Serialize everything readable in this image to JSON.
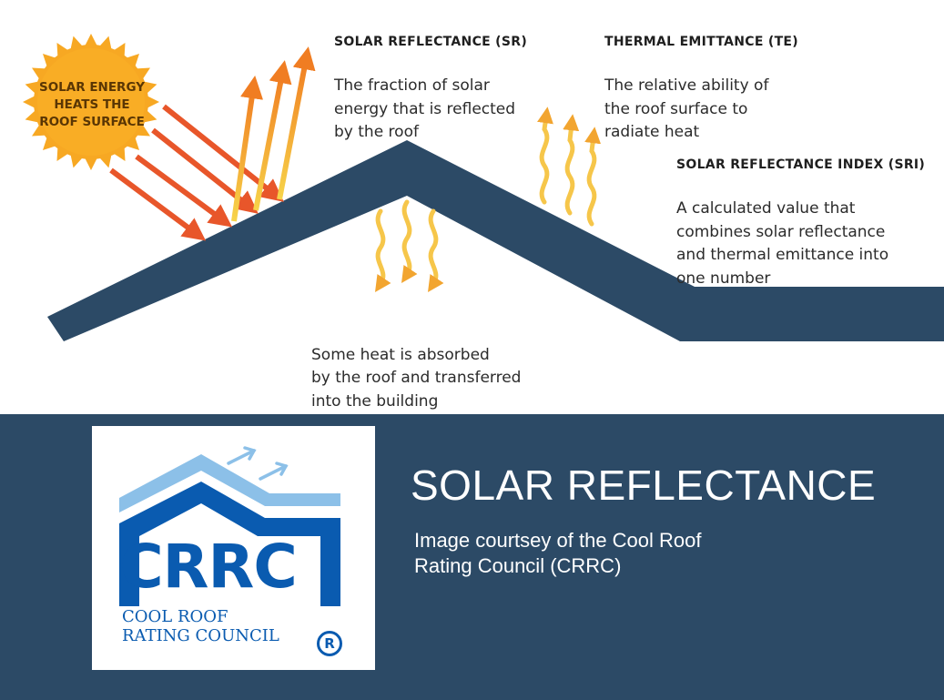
{
  "diagram": {
    "sun_label": "SOLAR ENERGY\nHEATS THE\nROOF SURFACE",
    "solar_reflectance": {
      "heading": "SOLAR REFLECTANCE (SR)",
      "text": "The fraction of solar\nenergy that is reflected\nby the roof"
    },
    "thermal_emittance": {
      "heading": "THERMAL EMITTANCE (TE)",
      "text": "The relative ability of\nthe roof surface to\nradiate heat"
    },
    "sri": {
      "heading": "SOLAR REFLECTANCE INDEX (SRI)",
      "text": "A calculated value that\ncombines solar reflectance\nand thermal emittance into\none number"
    },
    "absorbed": {
      "text": "Some heat is absorbed\nby the roof and transferred\ninto the building"
    },
    "colors": {
      "roof": "#2c4a66",
      "sun": "#f7a823",
      "incoming_arrow": "#e8562a",
      "reflected_arrow": "#f28b24",
      "heat_wave": "#f6c64a"
    }
  },
  "logo": {
    "abbr": "CRRC",
    "name": "COOL ROOF\nRATING COUNCIL",
    "registered": "R",
    "colors": {
      "primary": "#0a5bb0",
      "light": "#8cc0e8"
    }
  },
  "title": "SOLAR REFLECTANCE",
  "credit": "Image courtsey of the Cool Roof\nRating Council (CRRC)",
  "background_color": "#2c4a66"
}
